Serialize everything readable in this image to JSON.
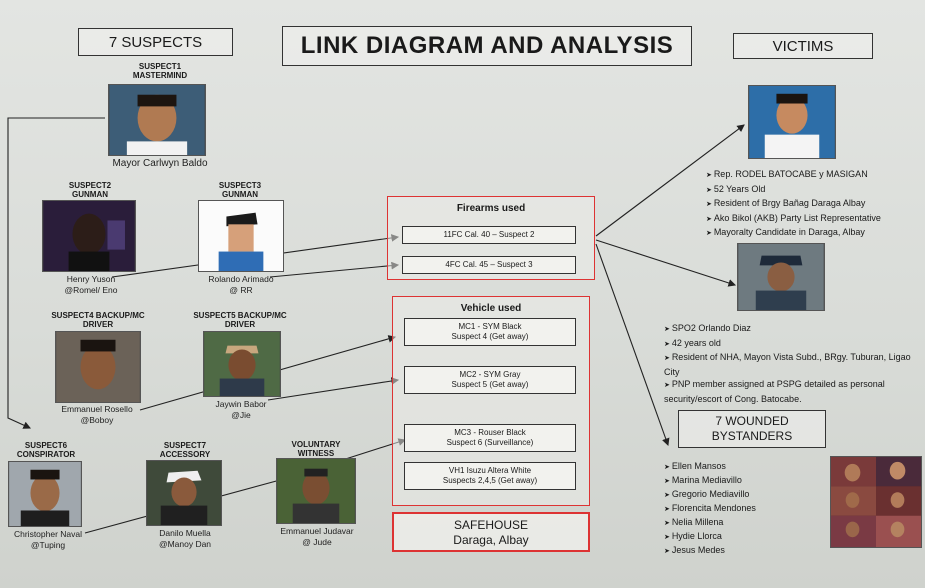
{
  "title": "LINK DIAGRAM AND ANALYSIS",
  "suspects_header": "7 SUSPECTS",
  "victims_header": "VICTIMS",
  "suspects": {
    "s1": {
      "role1": "SUSPECT1",
      "role2": "MASTERMIND",
      "name": "Mayor Carlwyn Baldo"
    },
    "s2": {
      "role1": "SUSPECT2",
      "role2": "GUNMAN",
      "name": "Henry  Yuson",
      "alias": "@Romel/ Eno"
    },
    "s3": {
      "role1": "SUSPECT3",
      "role2": "GUNMAN",
      "name": "Rolando Arimado",
      "alias": "@ RR"
    },
    "s4": {
      "role1": "SUSPECT4 BACKUP/MC",
      "role2": "DRIVER",
      "name": "Emmanuel Rosello",
      "alias": "@Boboy"
    },
    "s5": {
      "role1": "SUSPECT5 BACKUP/MC",
      "role2": "DRIVER",
      "name": "Jaywin Babor",
      "alias": "@Jie"
    },
    "s6": {
      "role1": "SUSPECT6",
      "role2": "CONSPIRATOR",
      "name": "Christopher Naval",
      "alias": "@Tuping"
    },
    "s7": {
      "role1": "SUSPECT7",
      "role2": "ACCESSORY",
      "name": "Danilo Muella",
      "alias": "@Manoy Dan"
    },
    "witness": {
      "role1": "VOLUNTARY",
      "role2": "WITNESS",
      "name": "Emmanuel Judavar",
      "alias": "@ Jude"
    }
  },
  "firearms": {
    "title": "Firearms used",
    "items": [
      "11FC Cal. 40 – Suspect 2",
      "4FC Cal. 45 – Suspect 3"
    ]
  },
  "vehicles": {
    "title": "Vehicle used",
    "items": [
      {
        "line1": "MC1 - SYM Black",
        "line2": "Suspect 4 (Get away)"
      },
      {
        "line1": "MC2 - SYM Gray",
        "line2": "Suspect 5 (Get away)"
      },
      {
        "line1": "MC3 - Rouser Black",
        "line2": "Suspect 6 (Surveillance)"
      },
      {
        "line1": "VH1 Isuzu Altera White",
        "line2": "Suspects 2,4,5 (Get away)"
      }
    ]
  },
  "safehouse": {
    "line1": "SAFEHOUSE",
    "line2": "Daraga, Albay"
  },
  "victim1": [
    "Rep. RODEL BATOCABE y MASIGAN",
    "52 Years Old",
    "Resident of Brgy Bañag Daraga Albay",
    "Ako Bikol (AKB) Party List Representative",
    "Mayoralty Candidate in Daraga, Albay"
  ],
  "victim2": [
    "SPO2 Orlando Diaz",
    "42 years old",
    "Resident of NHA, Mayon    Vista Subd., BRgy. Tuburan,  Ligao City",
    "PNP member assigned at PSPG detailed as personal security/escort of Cong. Batocabe."
  ],
  "wounded_header_1": "7 WOUNDED",
  "wounded_header_2": "BYSTANDERS",
  "wounded": [
    "Ellen Mansos",
    "Marina Mediavillo",
    "Gregorio Mediavillo",
    "Florencita Mendones",
    "Nelia Millena",
    "Hydie Llorca",
    "Jesus Medes"
  ]
}
